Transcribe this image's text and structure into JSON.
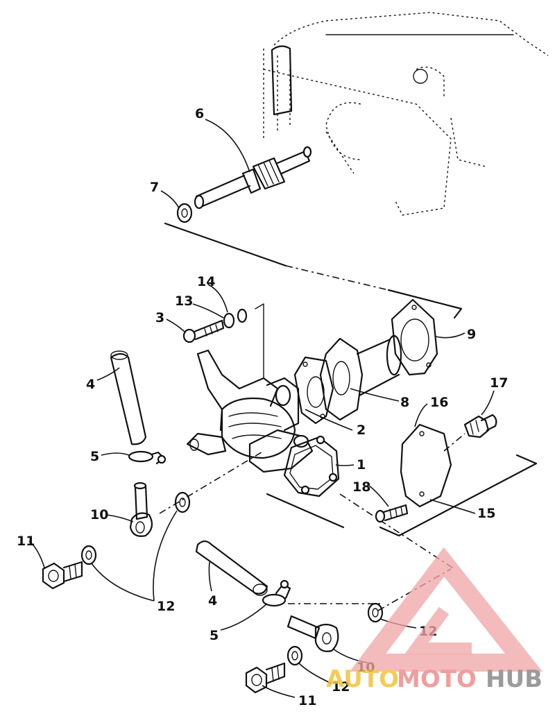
{
  "callouts": {
    "c1": "1",
    "c2": "2",
    "c3": "3",
    "c4a": "4",
    "c4b": "4",
    "c5a": "5",
    "c5b": "5",
    "c6": "6",
    "c7": "7",
    "c8": "8",
    "c9": "9",
    "c10a": "10",
    "c10b": "10",
    "c11a": "11",
    "c11b": "11",
    "c12a": "12",
    "c12b": "12",
    "c12c": "12",
    "c13": "13",
    "c14": "14",
    "c15": "15",
    "c16": "16",
    "c17": "17",
    "c18": "18"
  },
  "watermark": {
    "auto": "AUTO",
    "moto": "MOTO",
    "hub": "HUB"
  }
}
